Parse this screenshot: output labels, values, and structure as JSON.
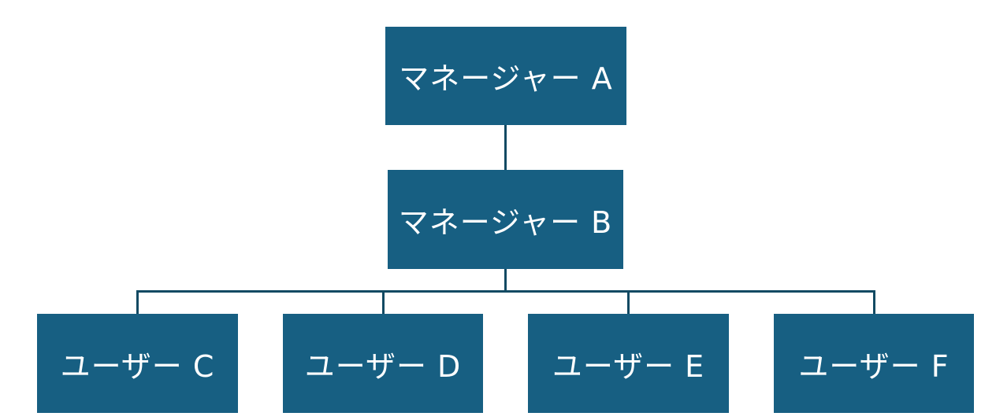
{
  "org_chart": {
    "colors": {
      "node_fill": "#175f82",
      "node_text": "#ffffff",
      "connector": "#124a63",
      "background": "#ffffff"
    },
    "level1": {
      "label": "マネージャー A"
    },
    "level2": {
      "label": "マネージャー B"
    },
    "level3": [
      {
        "label": "ユーザー C"
      },
      {
        "label": "ユーザー D"
      },
      {
        "label": "ユーザー E"
      },
      {
        "label": "ユーザー F"
      }
    ]
  }
}
